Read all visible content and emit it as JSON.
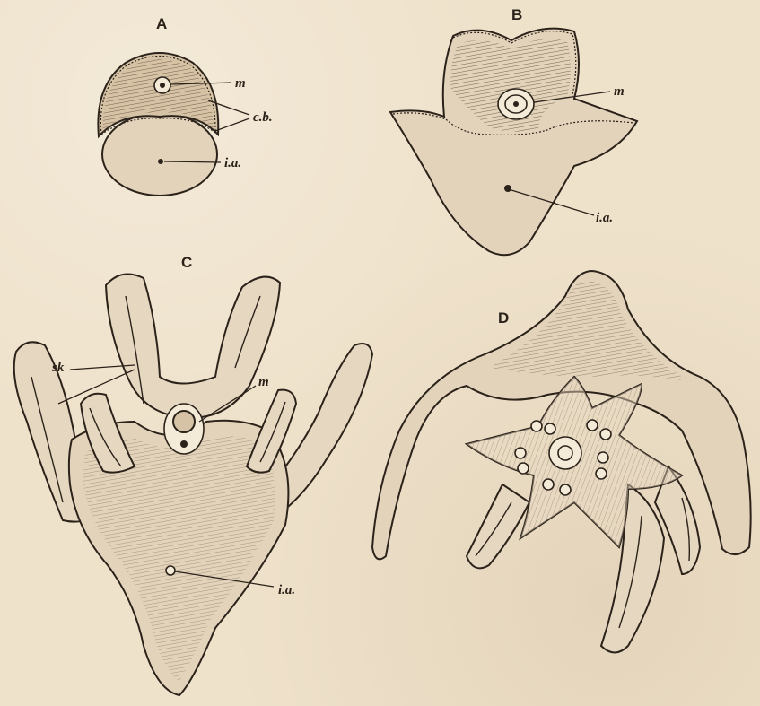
{
  "figures": {
    "A": {
      "letter": "A",
      "labels": {
        "mouth": "m",
        "ciliated_band": "c.b.",
        "intestine": "i.a."
      }
    },
    "B": {
      "letter": "B",
      "labels": {
        "mouth": "m",
        "intestine": "i.a."
      }
    },
    "C": {
      "letter": "C",
      "labels": {
        "skeleton": "sk",
        "mouth": "m",
        "intestine": "i.a."
      }
    },
    "D": {
      "letter": "D",
      "labels": {}
    }
  },
  "colors": {
    "paper": "#efe2cb",
    "ink": "#2b221a",
    "body_fill": "#e3d3bb"
  }
}
